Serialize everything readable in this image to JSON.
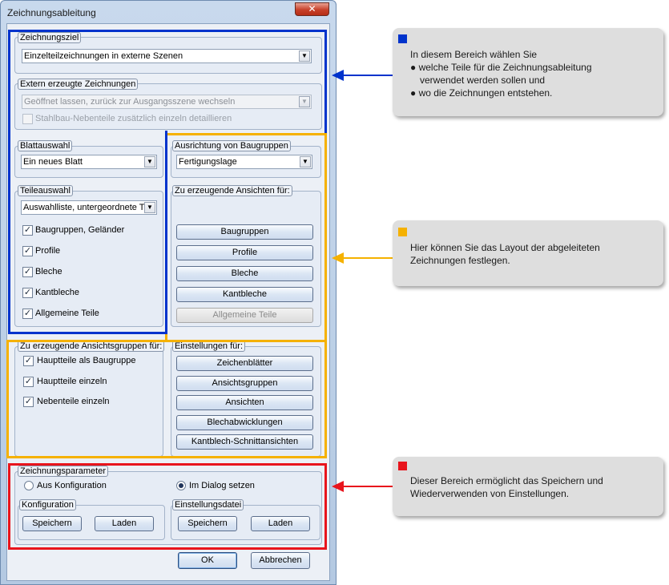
{
  "window": {
    "title": "Zeichnungsableitung",
    "close_glyph": "✕"
  },
  "zeichnungsziel": {
    "legend": "Zeichnungsziel",
    "value": "Einzelteilzeichnungen in externe Szenen"
  },
  "extern": {
    "legend": "Extern erzeugte Zeichnungen",
    "value": "Geöffnet lassen, zurück zur Ausgangsszene wechseln",
    "checkbox_label": "Stahlbau-Nebenteile zusätzlich einzeln detaillieren"
  },
  "blattauswahl": {
    "legend": "Blattauswahl",
    "value": "Ein neues Blatt"
  },
  "teileauswahl": {
    "legend": "Teileauswahl",
    "value": "Auswahlliste, untergeordnete T",
    "items": [
      "Baugruppen, Geländer",
      "Profile",
      "Bleche",
      "Kantbleche",
      "Allgemeine Teile"
    ]
  },
  "ausrichtung": {
    "legend": "Ausrichtung von Baugruppen",
    "value": "Fertigungslage"
  },
  "ansichten": {
    "legend": "Zu erzeugende Ansichten für:",
    "buttons": [
      "Baugruppen",
      "Profile",
      "Bleche",
      "Kantbleche",
      "Allgemeine Teile"
    ]
  },
  "ansichtsgruppen": {
    "legend": "Zu erzeugende Ansichtsgruppen für:",
    "items": [
      "Hauptteile als Baugruppe",
      "Hauptteile einzeln",
      "Nebenteile einzeln"
    ]
  },
  "einstellungen": {
    "legend": "Einstellungen für:",
    "buttons": [
      "Zeichenblätter",
      "Ansichtsgruppen",
      "Ansichten",
      "Blechabwicklungen",
      "Kantblech-Schnittansichten"
    ]
  },
  "parameter": {
    "legend": "Zeichnungsparameter",
    "radio_config": "Aus Konfiguration",
    "radio_dialog": "Im Dialog setzen",
    "konfiguration": {
      "legend": "Konfiguration",
      "save": "Speichern",
      "load": "Laden"
    },
    "einstellungsdatei": {
      "legend": "Einstellungsdatei",
      "save": "Speichern",
      "load": "Laden"
    }
  },
  "footer": {
    "ok": "OK",
    "cancel": "Abbrechen"
  },
  "callouts": {
    "blue": {
      "color": "#0033cc",
      "lines": [
        "In diesem Bereich wählen Sie",
        "● welche Teile für die Zeichnungsableitung",
        "verwendet werden sollen und",
        "● wo die Zeichnungen entstehen."
      ]
    },
    "orange": {
      "color": "#f5b100",
      "lines": [
        "Hier können Sie das Layout der abgeleiteten",
        "Zeichnungen festlegen."
      ]
    },
    "red": {
      "color": "#e8141c",
      "lines": [
        "Dieser Bereich ermöglicht das Speichern und",
        "Wiederverwenden von Einstellungen."
      ]
    }
  },
  "glyphs": {
    "check": "✓",
    "combo_arrow": "▼"
  }
}
